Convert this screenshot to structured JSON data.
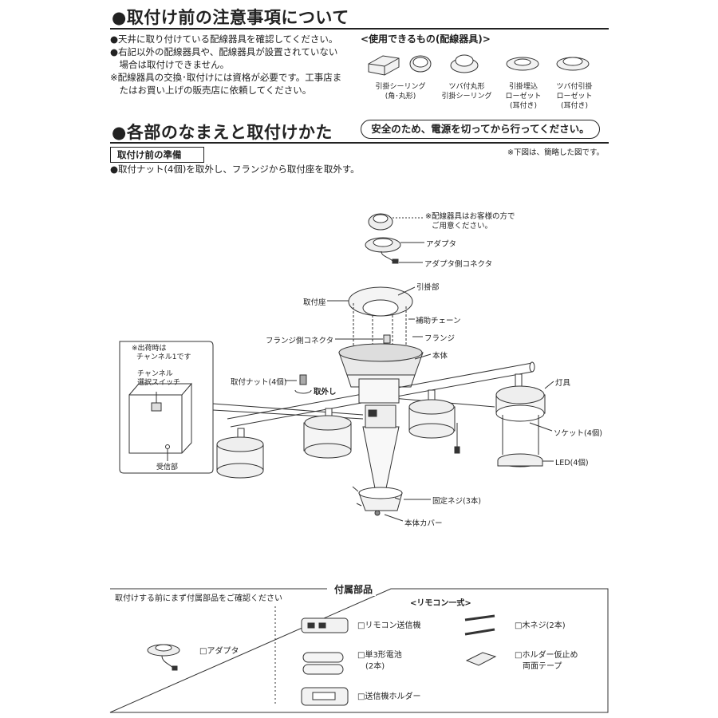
{
  "section1": {
    "title": "●取付け前の注意事項について",
    "notes": [
      "●天井に取り付けている配線器具を確認してください。",
      "●右記以外の配線器具や、配線器具が設置されていない",
      "　場合は取付けできません。",
      "※配線器具の交換･取付けには資格が必要です。工事店ま",
      "　たはお買い上げの販売店に依頼してください。"
    ],
    "usable_title": "<使用できるもの(配線器具)>",
    "fixtures": [
      {
        "l1": "引掛シーリング",
        "l2": "(角･丸形)",
        "l3": ""
      },
      {
        "l1": "ツバ付丸形",
        "l2": "引掛シーリング",
        "l3": ""
      },
      {
        "l1": "引掛埋込",
        "l2": "ローゼット",
        "l3": "(耳付き)"
      },
      {
        "l1": "ツバ付引掛",
        "l2": "ローゼット",
        "l3": "(耳付き)"
      }
    ]
  },
  "section2": {
    "title": "●各部のなまえと取付けかた",
    "safety": "安全のため、電源を切ってから行ってください。",
    "simplified_note": "※下図は、簡略した図です。",
    "prep_label": "取付け前の準備",
    "prep_text": "●取付ナット(4個)を取外し、フランジから取付座を取外す。"
  },
  "diagram": {
    "labels": {
      "wiring_note_1": "※配線器具はお客様の方で",
      "wiring_note_2": "ご用意ください。",
      "adapter_cover": "アダプタ",
      "adapter_connector": "アダプタ側コネクタ",
      "hook": "引掛部",
      "mount_seat": "取付座",
      "aux_chain": "補助チェーン",
      "flange_connector": "フランジ側コネクタ",
      "flange": "フランジ",
      "body": "本体",
      "nut": "取付ナット(4個)",
      "remove": "取外し",
      "shade": "灯具",
      "socket": "ソケット(4個)",
      "led": "LED(4個)",
      "screw": "固定ネジ(3本)",
      "body_cover": "本体カバー"
    },
    "inset": {
      "note1": "※出荷時は",
      "note2": "チャンネル1です",
      "switch1": "チャンネル",
      "switch2": "選択スイッチ",
      "receiver": "受信部"
    }
  },
  "accessories": {
    "title": "付属部品",
    "instruction": "取付けする前にまず付属部品をご確認ください",
    "remote_set": "<リモコン一式>",
    "items": {
      "adapter": "□アダプタ",
      "transmitter": "□リモコン送信機",
      "battery_1": "□単3形電池",
      "battery_2": "(2本)",
      "holder": "□送信機ホルダー",
      "wood_screw": "□木ネジ(2本)",
      "tape_1": "□ホルダー仮止め",
      "tape_2": "両面テープ"
    }
  }
}
